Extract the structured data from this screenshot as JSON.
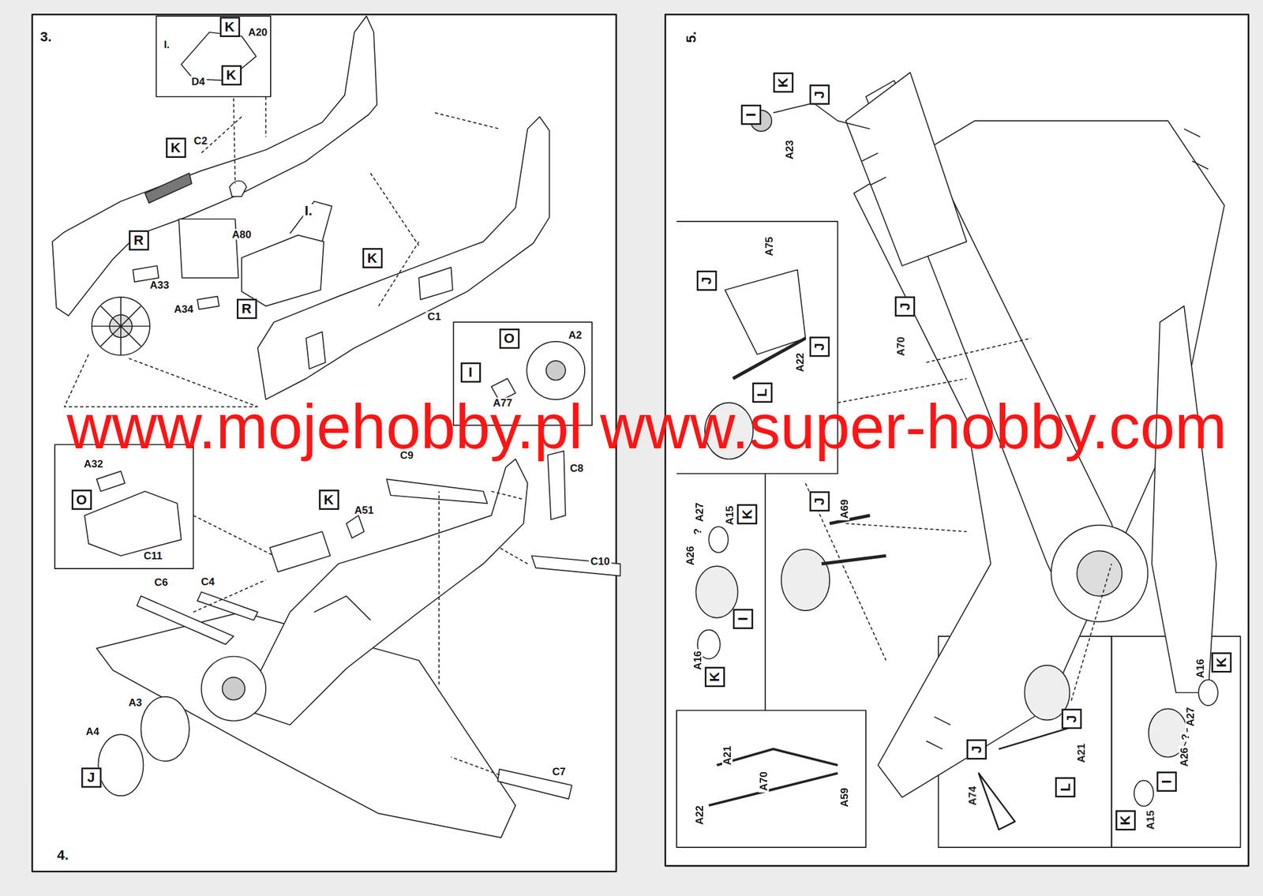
{
  "diagram": {
    "nodes": [
      {
        "text": [
          "K"
        ]
      },
      {
        "text": [
          "K"
        ]
      },
      {
        "text": [
          "K"
        ]
      },
      {
        "text": [
          "R"
        ]
      },
      {
        "text": [
          "K"
        ]
      },
      {
        "text": [
          "R"
        ]
      },
      {
        "text": [
          "O"
        ]
      },
      {
        "text": [
          "I"
        ]
      },
      {
        "text": [
          "O"
        ]
      },
      {
        "text": [
          "K"
        ]
      },
      {
        "text": [
          "J"
        ]
      },
      {
        "text": [
          "K"
        ]
      },
      {
        "text": [
          "J"
        ]
      },
      {
        "text": [
          "I"
        ]
      },
      {
        "text": [
          "J"
        ]
      },
      {
        "text": [
          "J"
        ]
      },
      {
        "text": [
          "J"
        ]
      },
      {
        "text": [
          "L"
        ]
      },
      {
        "text": [
          "J"
        ]
      },
      {
        "text": [
          "K"
        ]
      },
      {
        "text": [
          "I"
        ]
      },
      {
        "text": [
          "K"
        ]
      },
      {
        "text": [
          "K"
        ]
      },
      {
        "text": [
          "J"
        ]
      },
      {
        "text": [
          "J"
        ]
      },
      {
        "text": [
          "I"
        ]
      },
      {
        "text": [
          "L"
        ]
      },
      {
        "text": [
          "K"
        ]
      }
    ],
    "labels": [
      "3.",
      "I.",
      "A20",
      "D4",
      "C2",
      "I.",
      "A80",
      "A33",
      "A34",
      "C1",
      "A2",
      "A77",
      "www.mojehobby.pl www.super-hobby.com",
      "A32",
      "C9",
      "C8",
      "A51",
      "C10",
      "C11",
      "C6",
      "C4",
      "A3",
      "A4",
      "C7",
      "4.",
      "5.",
      "A23",
      "A75",
      "A22",
      "A70",
      "A69",
      "A27",
      "A15",
      "A26",
      "?",
      "A16",
      "A21",
      "A70",
      "A59",
      "A22",
      "A21",
      "A74",
      "A16",
      "A27",
      "?",
      "A26",
      "A15"
    ]
  }
}
